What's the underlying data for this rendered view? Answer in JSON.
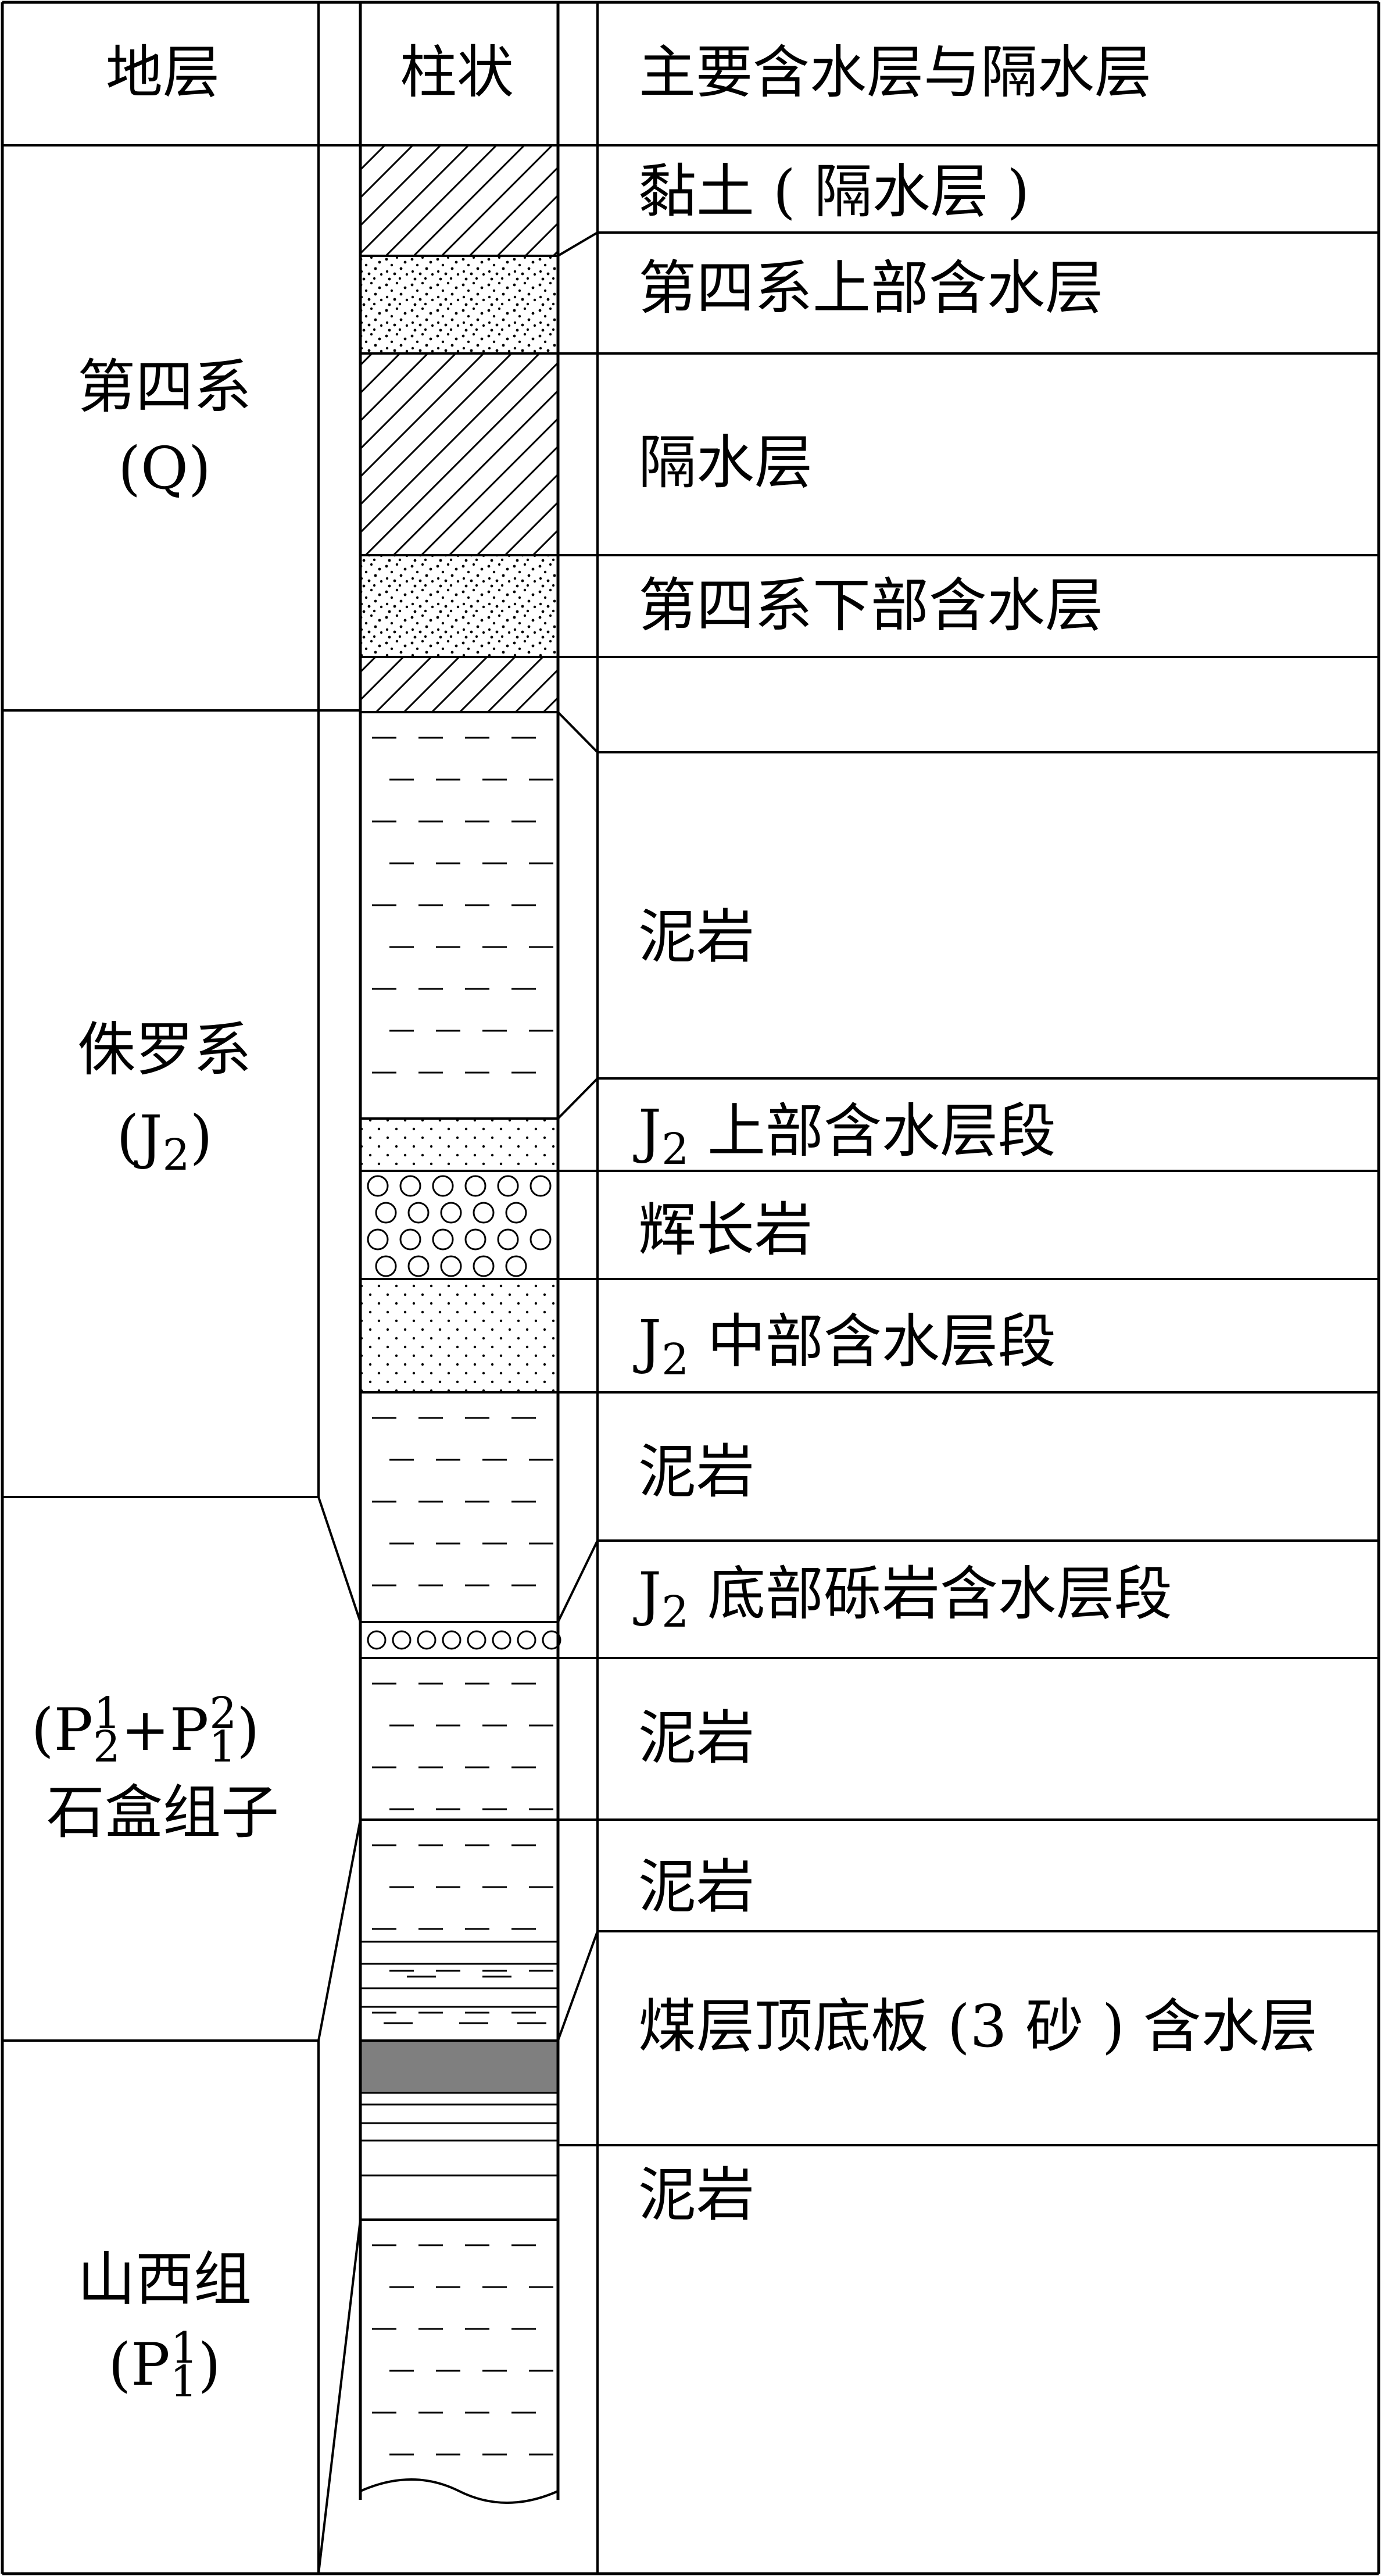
{
  "headers": {
    "strata": "地层",
    "column": "柱状",
    "aquifers": "主要含水层与隔水层"
  },
  "formations": [
    {
      "line1": "第四系",
      "line2": "(Q)"
    },
    {
      "line1": "侏罗系",
      "line2_base": "(J",
      "line2_sub": "2",
      "line2_end": ")"
    },
    {
      "line1_a": "(P",
      "line1_sub1": "2",
      "line1_sup1": "1",
      "line1_b": "+P",
      "line1_sub2": "1",
      "line1_sup2": "2",
      "line1_c": ")",
      "line2": "石盒组子"
    },
    {
      "line1": "山西组",
      "line2_base": "(P",
      "line2_sub": "1",
      "line2_sup": "1",
      "line2_end": ")"
    }
  ],
  "layers": [
    {
      "lithology": "clay",
      "label": "黏土 ( 隔水层 )"
    },
    {
      "lithology": "sand",
      "label": "第四系上部含水层"
    },
    {
      "lithology": "clay",
      "label": "隔水层"
    },
    {
      "lithology": "sand",
      "label": "第四系下部含水层"
    },
    {
      "lithology": "clay",
      "label": ""
    },
    {
      "lithology": "mudstone",
      "label": "泥岩"
    },
    {
      "lithology": "fine-sand",
      "label_base": "J",
      "label_sub": "2",
      "label_text": " 上部含水层段"
    },
    {
      "lithology": "gabbro",
      "label": "辉长岩"
    },
    {
      "lithology": "fine-sand",
      "label_base": "J",
      "label_sub": "2",
      "label_text": " 中部含水层段"
    },
    {
      "lithology": "mudstone",
      "label": "泥岩"
    },
    {
      "lithology": "conglomerate",
      "label_base": "J",
      "label_sub": "2",
      "label_text": " 底部砾岩含水层段"
    },
    {
      "lithology": "mudstone",
      "label": "泥岩"
    },
    {
      "lithology": "mudstone",
      "label": "泥岩"
    },
    {
      "lithology": "coal-seam",
      "label": "煤层顶底板 (3 砂 ) 含水层"
    },
    {
      "lithology": "mudstone",
      "label": "泥岩"
    }
  ],
  "colors": {
    "line": "#000000",
    "coal": "#7f7f7f",
    "background": "#ffffff"
  }
}
